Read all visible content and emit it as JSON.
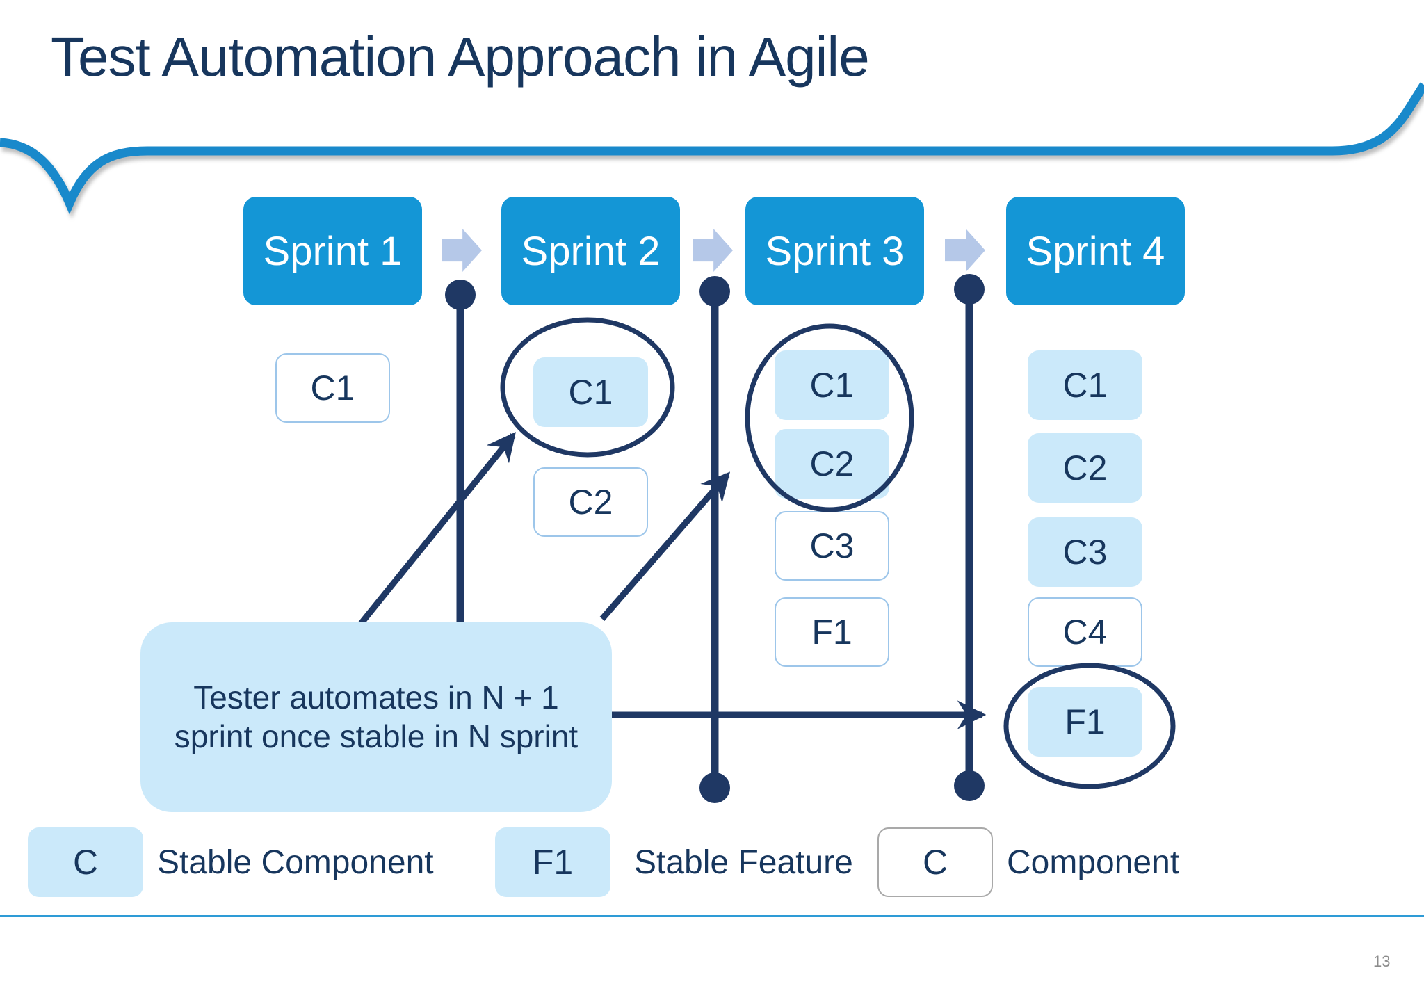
{
  "slide": {
    "title": "Test Automation Approach in Agile",
    "page_number": "13"
  },
  "colors": {
    "navy": "#1F3864",
    "text-navy": "#17365D",
    "sprint-blue": "#1496D6",
    "pale-arrow": "#B5C8E8",
    "light-fill": "#CBE9FA",
    "light-border": "#9DC6EA",
    "swoosh": "#1989CB",
    "footer-line": "#2E9BD6",
    "gray": "#8C8C8C",
    "legend-gray": "#A9A9A9"
  },
  "columns": [
    {
      "sprint": "Sprint 1",
      "components": [
        {
          "label": "C1",
          "stable": false,
          "circled": false
        }
      ]
    },
    {
      "sprint": "Sprint 2",
      "components": [
        {
          "label": "C1",
          "stable": true,
          "circled": true
        },
        {
          "label": "C2",
          "stable": false,
          "circled": false
        }
      ]
    },
    {
      "sprint": "Sprint 3",
      "components": [
        {
          "label": "C1",
          "stable": true,
          "circled": true
        },
        {
          "label": "C2",
          "stable": true,
          "circled": true
        },
        {
          "label": "C3",
          "stable": false,
          "circled": false
        },
        {
          "label": "F1",
          "stable": false,
          "circled": false
        }
      ]
    },
    {
      "sprint": "Sprint 4",
      "components": [
        {
          "label": "C1",
          "stable": true,
          "circled": false
        },
        {
          "label": "C2",
          "stable": true,
          "circled": false
        },
        {
          "label": "C3",
          "stable": true,
          "circled": false
        },
        {
          "label": "C4",
          "stable": false,
          "circled": false
        },
        {
          "label": "F1",
          "stable": true,
          "circled": true
        }
      ]
    }
  ],
  "callout": {
    "line1": "Tester automates in N + 1",
    "line2": "sprint once stable in N sprint"
  },
  "legend": [
    {
      "symbol": "C",
      "style": "stable",
      "label": "Stable Component"
    },
    {
      "symbol": "F1",
      "style": "stable",
      "label": "Stable Feature"
    },
    {
      "symbol": "C",
      "style": "plain",
      "label": "Component"
    }
  ]
}
